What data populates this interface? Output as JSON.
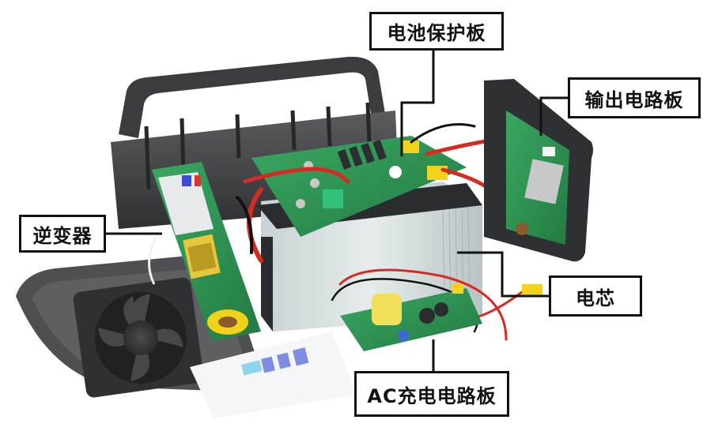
{
  "figure": {
    "description": "Disassembled portable power station with labeled internal components",
    "colors": {
      "label_border": "#111111",
      "label_background": "#ffffff",
      "leader_line": "#111111",
      "pcb_green": "#2f9a55",
      "housing_gray": "#4a4c50",
      "connector_yellow": "#f2d21a",
      "wire_red": "#d62a22"
    }
  },
  "labels": {
    "battery_protection_board": "电池保护板",
    "output_circuit_board": "输出电路板",
    "inverter": "逆变器",
    "battery_cells": "电芯",
    "ac_charging_board": "AC充电电路板"
  }
}
